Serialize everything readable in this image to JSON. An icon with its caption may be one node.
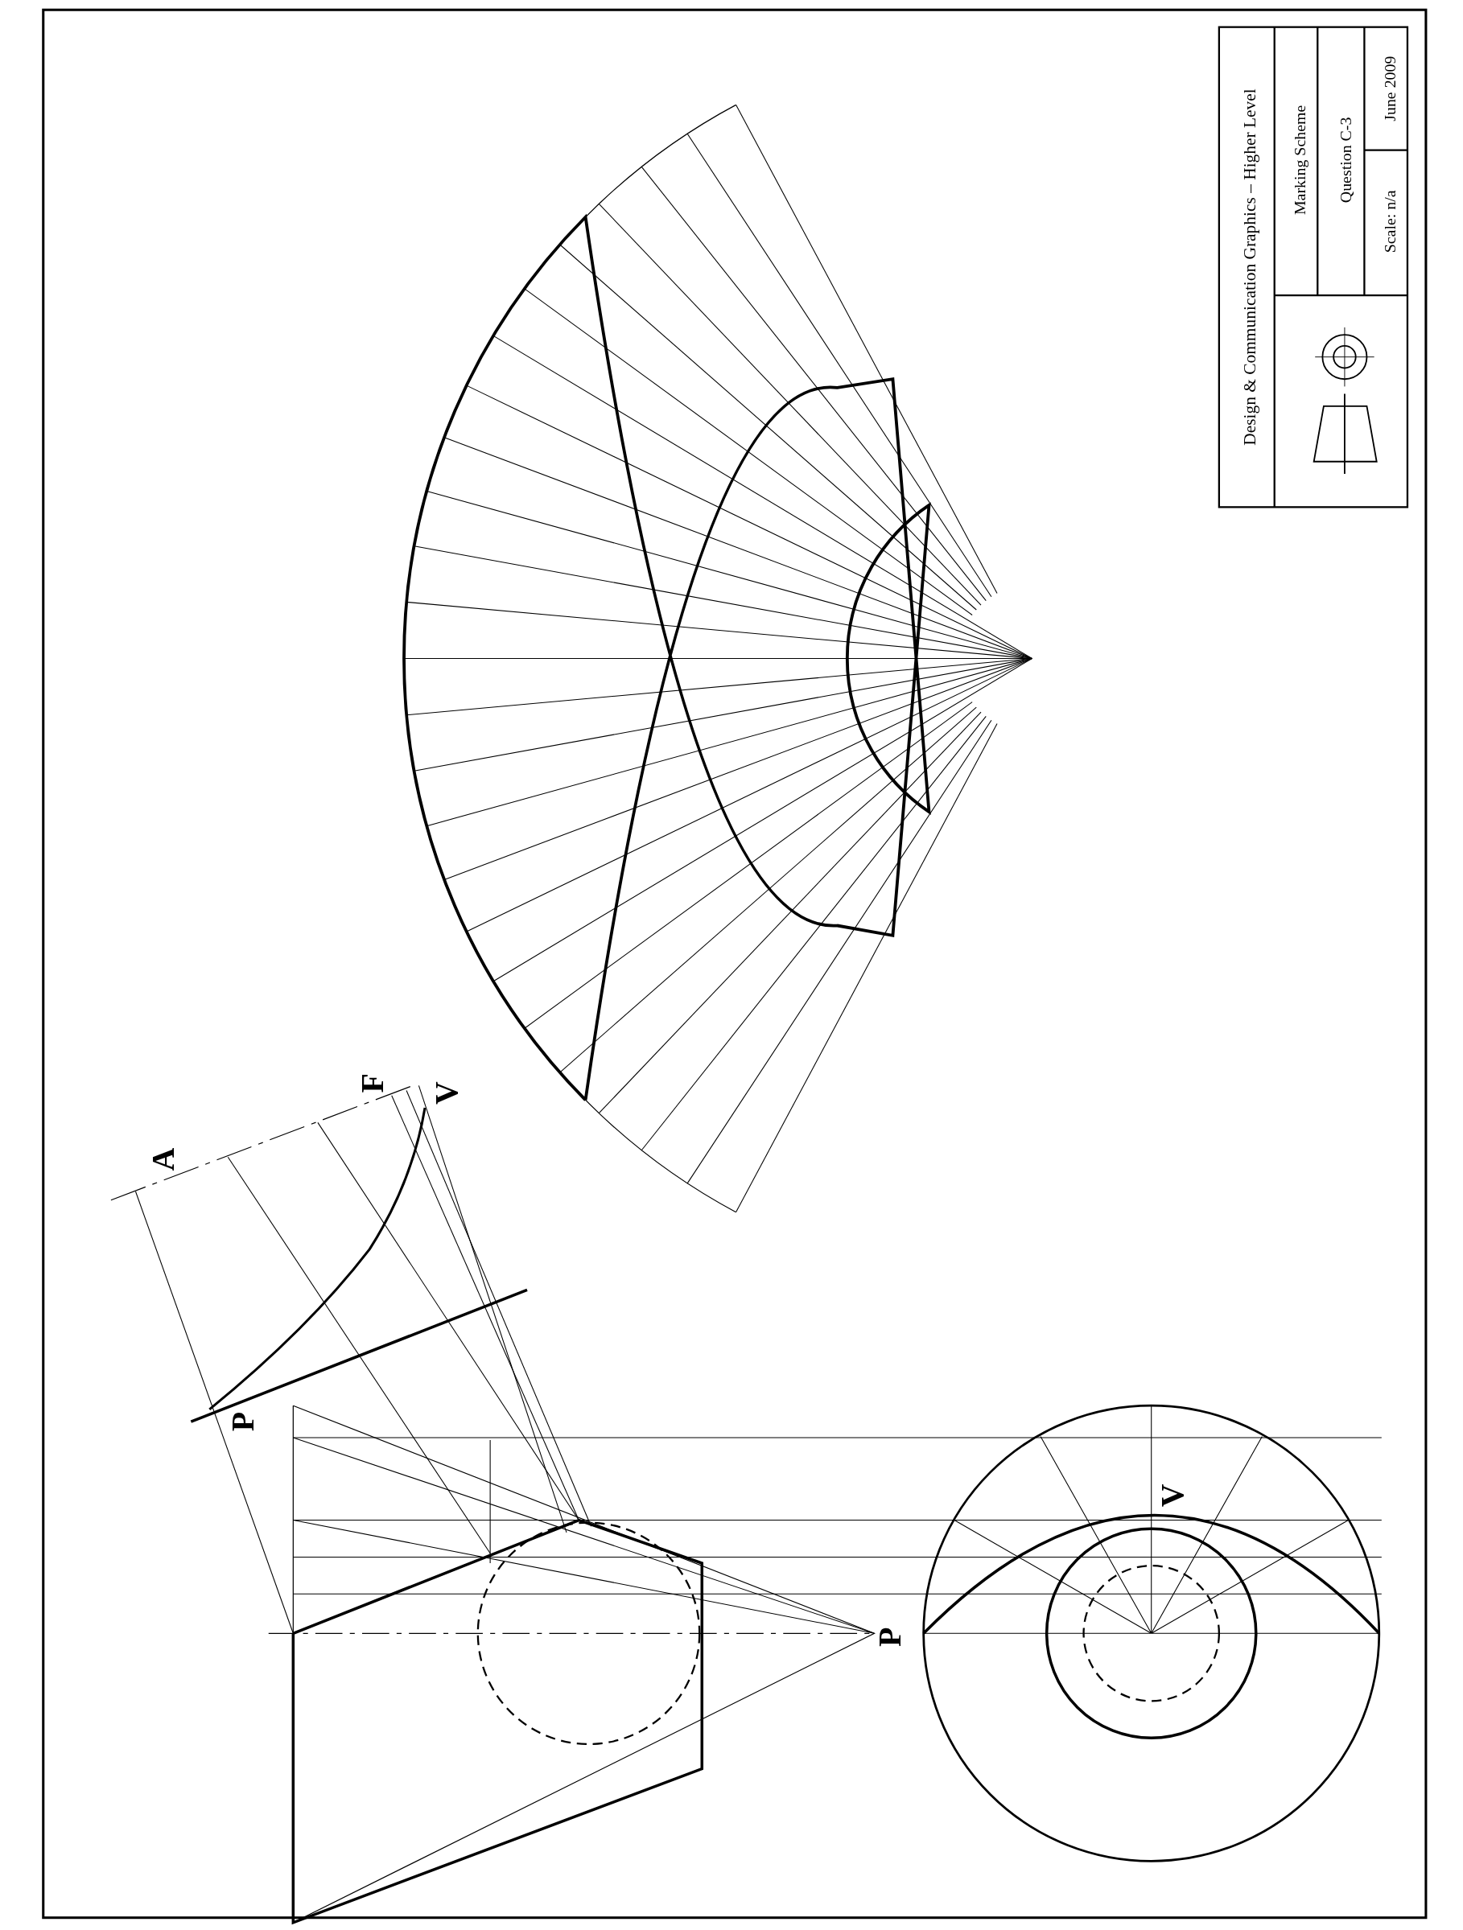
{
  "diagram": {
    "labels": [
      "Design & Communication Graphics – Higher Level",
      "Marking Scheme",
      "Question C-3",
      "Scale: n/a",
      "June 2009",
      "A",
      "F",
      "V",
      "P",
      "P",
      "V"
    ]
  }
}
